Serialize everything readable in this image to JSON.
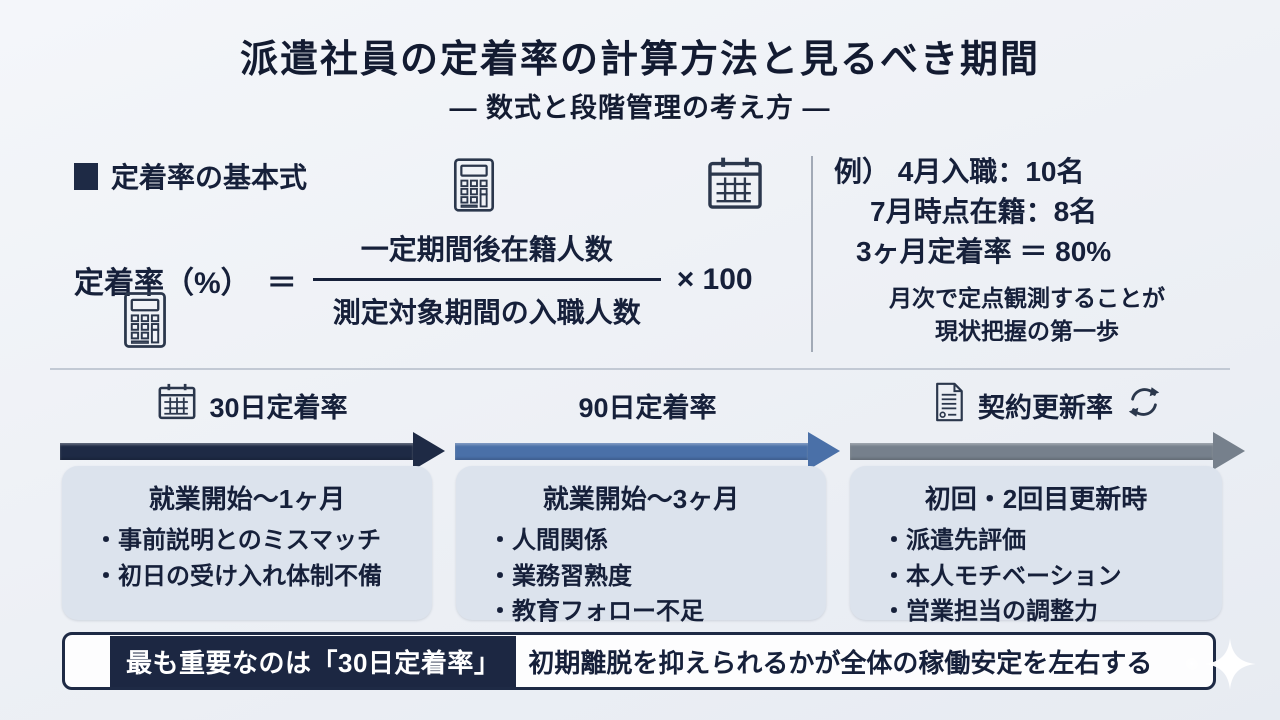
{
  "title": "派遣社員の定着率の計算方法と見るべき期間",
  "subtitle": "― 数式と段階管理の考え方 ―",
  "formula_section": {
    "heading": "定着率の基本式",
    "lhs": "定着率（%）",
    "equals": "＝",
    "numerator": "一定期間後在籍人数",
    "denominator": "測定対象期間の入職人数",
    "multiplier": "× 100"
  },
  "example_section": {
    "lines": [
      "例） 4月入職：10名",
      "7月時点在籍：8名",
      "3ヶ月定着率 ＝ 80%"
    ],
    "note_lines": [
      "月次で定点観測することが",
      "現状把握の第一歩"
    ]
  },
  "timeline": {
    "stages": [
      {
        "label": "30日定着率",
        "icon": "calendar-icon",
        "arrow_color": "#1e2a45",
        "period": "就業開始〜1ヶ月",
        "bullets": [
          "・事前説明とのミスマッチ",
          "・初日の受け入れ体制不備"
        ]
      },
      {
        "label": "90日定着率",
        "icon": "",
        "arrow_color": "#4a70a8",
        "period": "就業開始〜3ヶ月",
        "bullets": [
          "・人間関係",
          "・業務習熟度",
          "・教育フォロー不足"
        ]
      },
      {
        "label": "契約更新率",
        "icon": "contract-document-icon refresh-icon",
        "arrow_color": "#76808c",
        "period": "初回・2回目更新時",
        "bullets": [
          "・派遣先評価",
          "・本人モチベーション",
          "・営業担当の調整力"
        ]
      }
    ]
  },
  "footer": {
    "highlight": "最も重要なのは「30日定着率」",
    "text": "初期離脱を抑えられるかが全体の稼働安定を左右する"
  },
  "colors": {
    "title": "#131b31",
    "text": "#16203a",
    "navy": "#1e2a45",
    "blue": "#4a70a8",
    "gray": "#76808c",
    "box-bg": "#dce3ed",
    "chip-bg": "#1c2742"
  }
}
